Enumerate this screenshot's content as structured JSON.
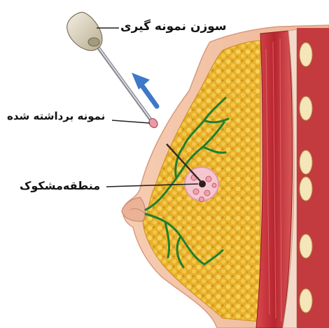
{
  "labels": {
    "needle": "سوزن نمونه گیری",
    "sample": "نمونه برداشته شده",
    "region": "منطقه‌مشکوک"
  },
  "colors": {
    "skin": "#f2c3a5",
    "fat": "#e9b530",
    "muscle": "#c8323b",
    "duct": "#1f7f2f",
    "arrow": "#3e78c8",
    "lesion": "#e08a99"
  },
  "icons": [
    "biopsy-needle-icon",
    "direction-arrow-icon"
  ]
}
